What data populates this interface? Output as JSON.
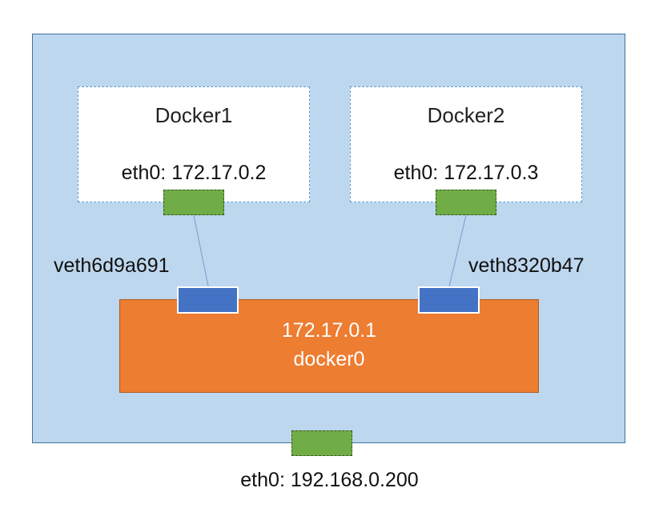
{
  "containers": [
    {
      "name": "Docker1",
      "eth": "eth0: 172.17.0.2"
    },
    {
      "name": "Docker2",
      "eth": "eth0: 172.17.0.3"
    }
  ],
  "bridge": {
    "ip": "172.17.0.1",
    "name": "docker0"
  },
  "veths": [
    "veth6d9a691",
    "veth8320b47"
  ],
  "host": {
    "eth": "eth0: 192.168.0.200"
  },
  "colors": {
    "host_fill": "#bdd7ee",
    "container_fill": "#ffffff",
    "bridge_fill": "#ed7d31",
    "nic_green": "#70ad47",
    "veth_blue": "#4472c4"
  }
}
